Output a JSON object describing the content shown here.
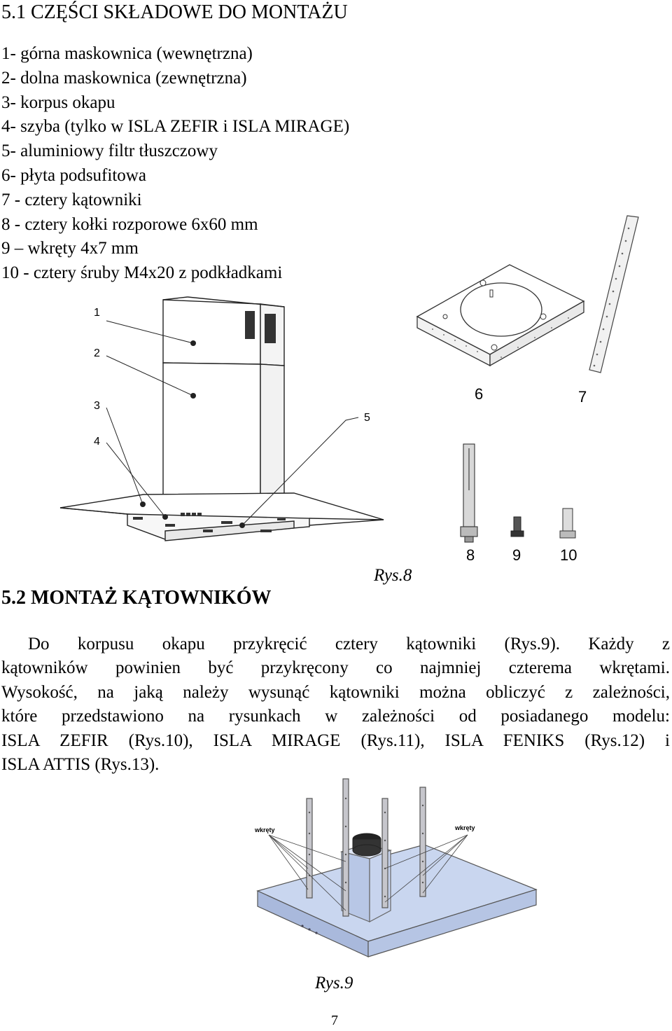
{
  "section1": {
    "title": "5.1 CZĘŚCI SKŁADOWE DO MONTAŻU",
    "items": [
      "1- górna maskownica (wewnętrzna)",
      "2- dolna maskownica (zewnętrzna)",
      "3- korpus okapu",
      "4- szyba (tylko w ISLA ZEFIR i ISLA MIRAGE)",
      "5- aluminiowy filtr tłuszczowy",
      "6- płyta podsufitowa",
      "7 - cztery kątowniki",
      "8 - cztery kołki rozporowe 6x60 mm",
      "9 – wkręty 4x7 mm",
      "10 - cztery śruby M4x20 z podkładkami"
    ]
  },
  "figure8": {
    "hood_labels": [
      "1",
      "2",
      "3",
      "4",
      "5"
    ],
    "part_labels": {
      "plate": "6",
      "bracket": "7",
      "anchor": "8",
      "screw": "9",
      "bolt": "10"
    },
    "caption": "Rys.8"
  },
  "section2": {
    "title": "5.2 MONTAŻ KĄTOWNIKÓW",
    "lines": [
      "Do korpusu okapu przykręcić cztery kątowniki (Rys.9). Każdy z",
      "kątowników powinien być przykręcony co najmniej czterema wkrętami.",
      "Wysokość, na jaką należy wysunąć kątowniki można obliczyć z zależności,",
      "które przedstawiono na rysunkach w zależności od posiadanego modelu:",
      "ISLA ZEFIR (Rys.10), ISLA MIRAGE (Rys.11), ISLA FENIKS (Rys.12) i",
      "ISLA ATTIS (Rys.13)."
    ]
  },
  "figure9": {
    "label_left": "wkręty",
    "label_right": "wkręty",
    "caption": "Rys.9"
  },
  "page_number": "7"
}
